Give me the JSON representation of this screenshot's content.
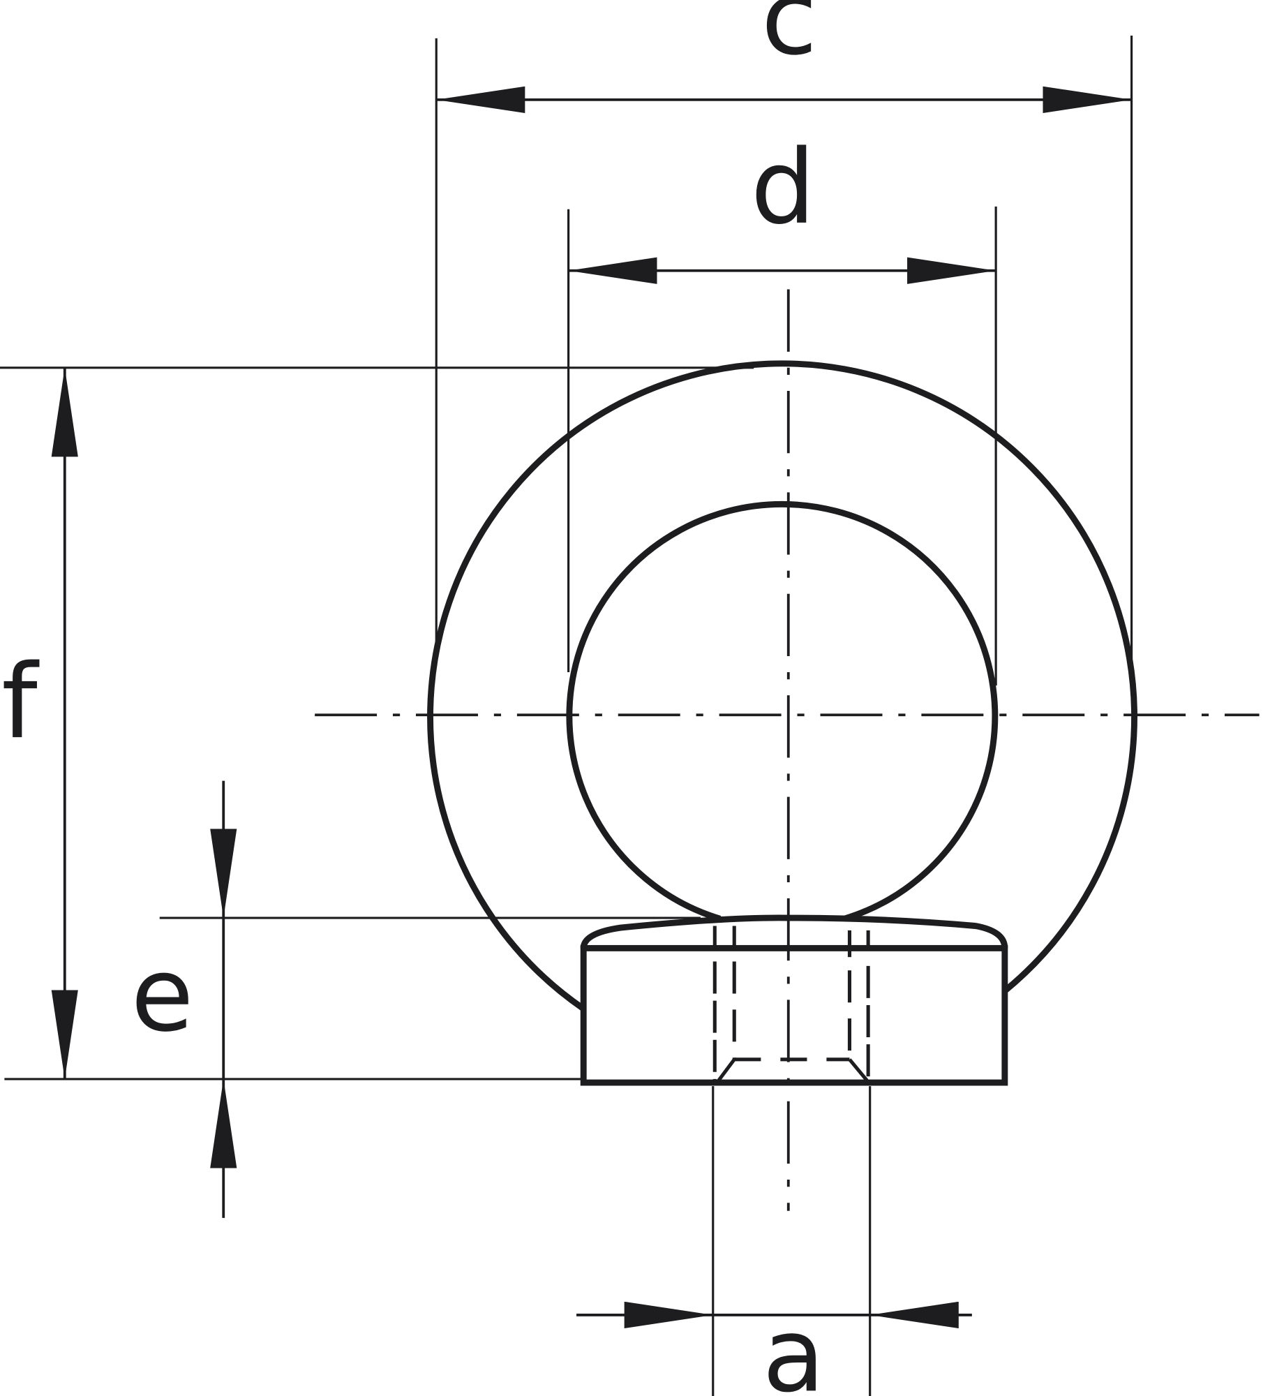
{
  "diagram": {
    "subject": "Eye nut (DIN 582 style) dimension drawing",
    "line_color": "#1d1d1f",
    "background": "#ffffff",
    "dimensions": {
      "c": {
        "label": "c",
        "meaning": "outer ring diameter"
      },
      "d": {
        "label": "d",
        "meaning": "inner ring diameter"
      },
      "f": {
        "label": "f",
        "meaning": "overall height"
      },
      "e": {
        "label": "e",
        "meaning": "collar height"
      },
      "a": {
        "label": "a",
        "meaning": "thread diameter"
      }
    }
  }
}
